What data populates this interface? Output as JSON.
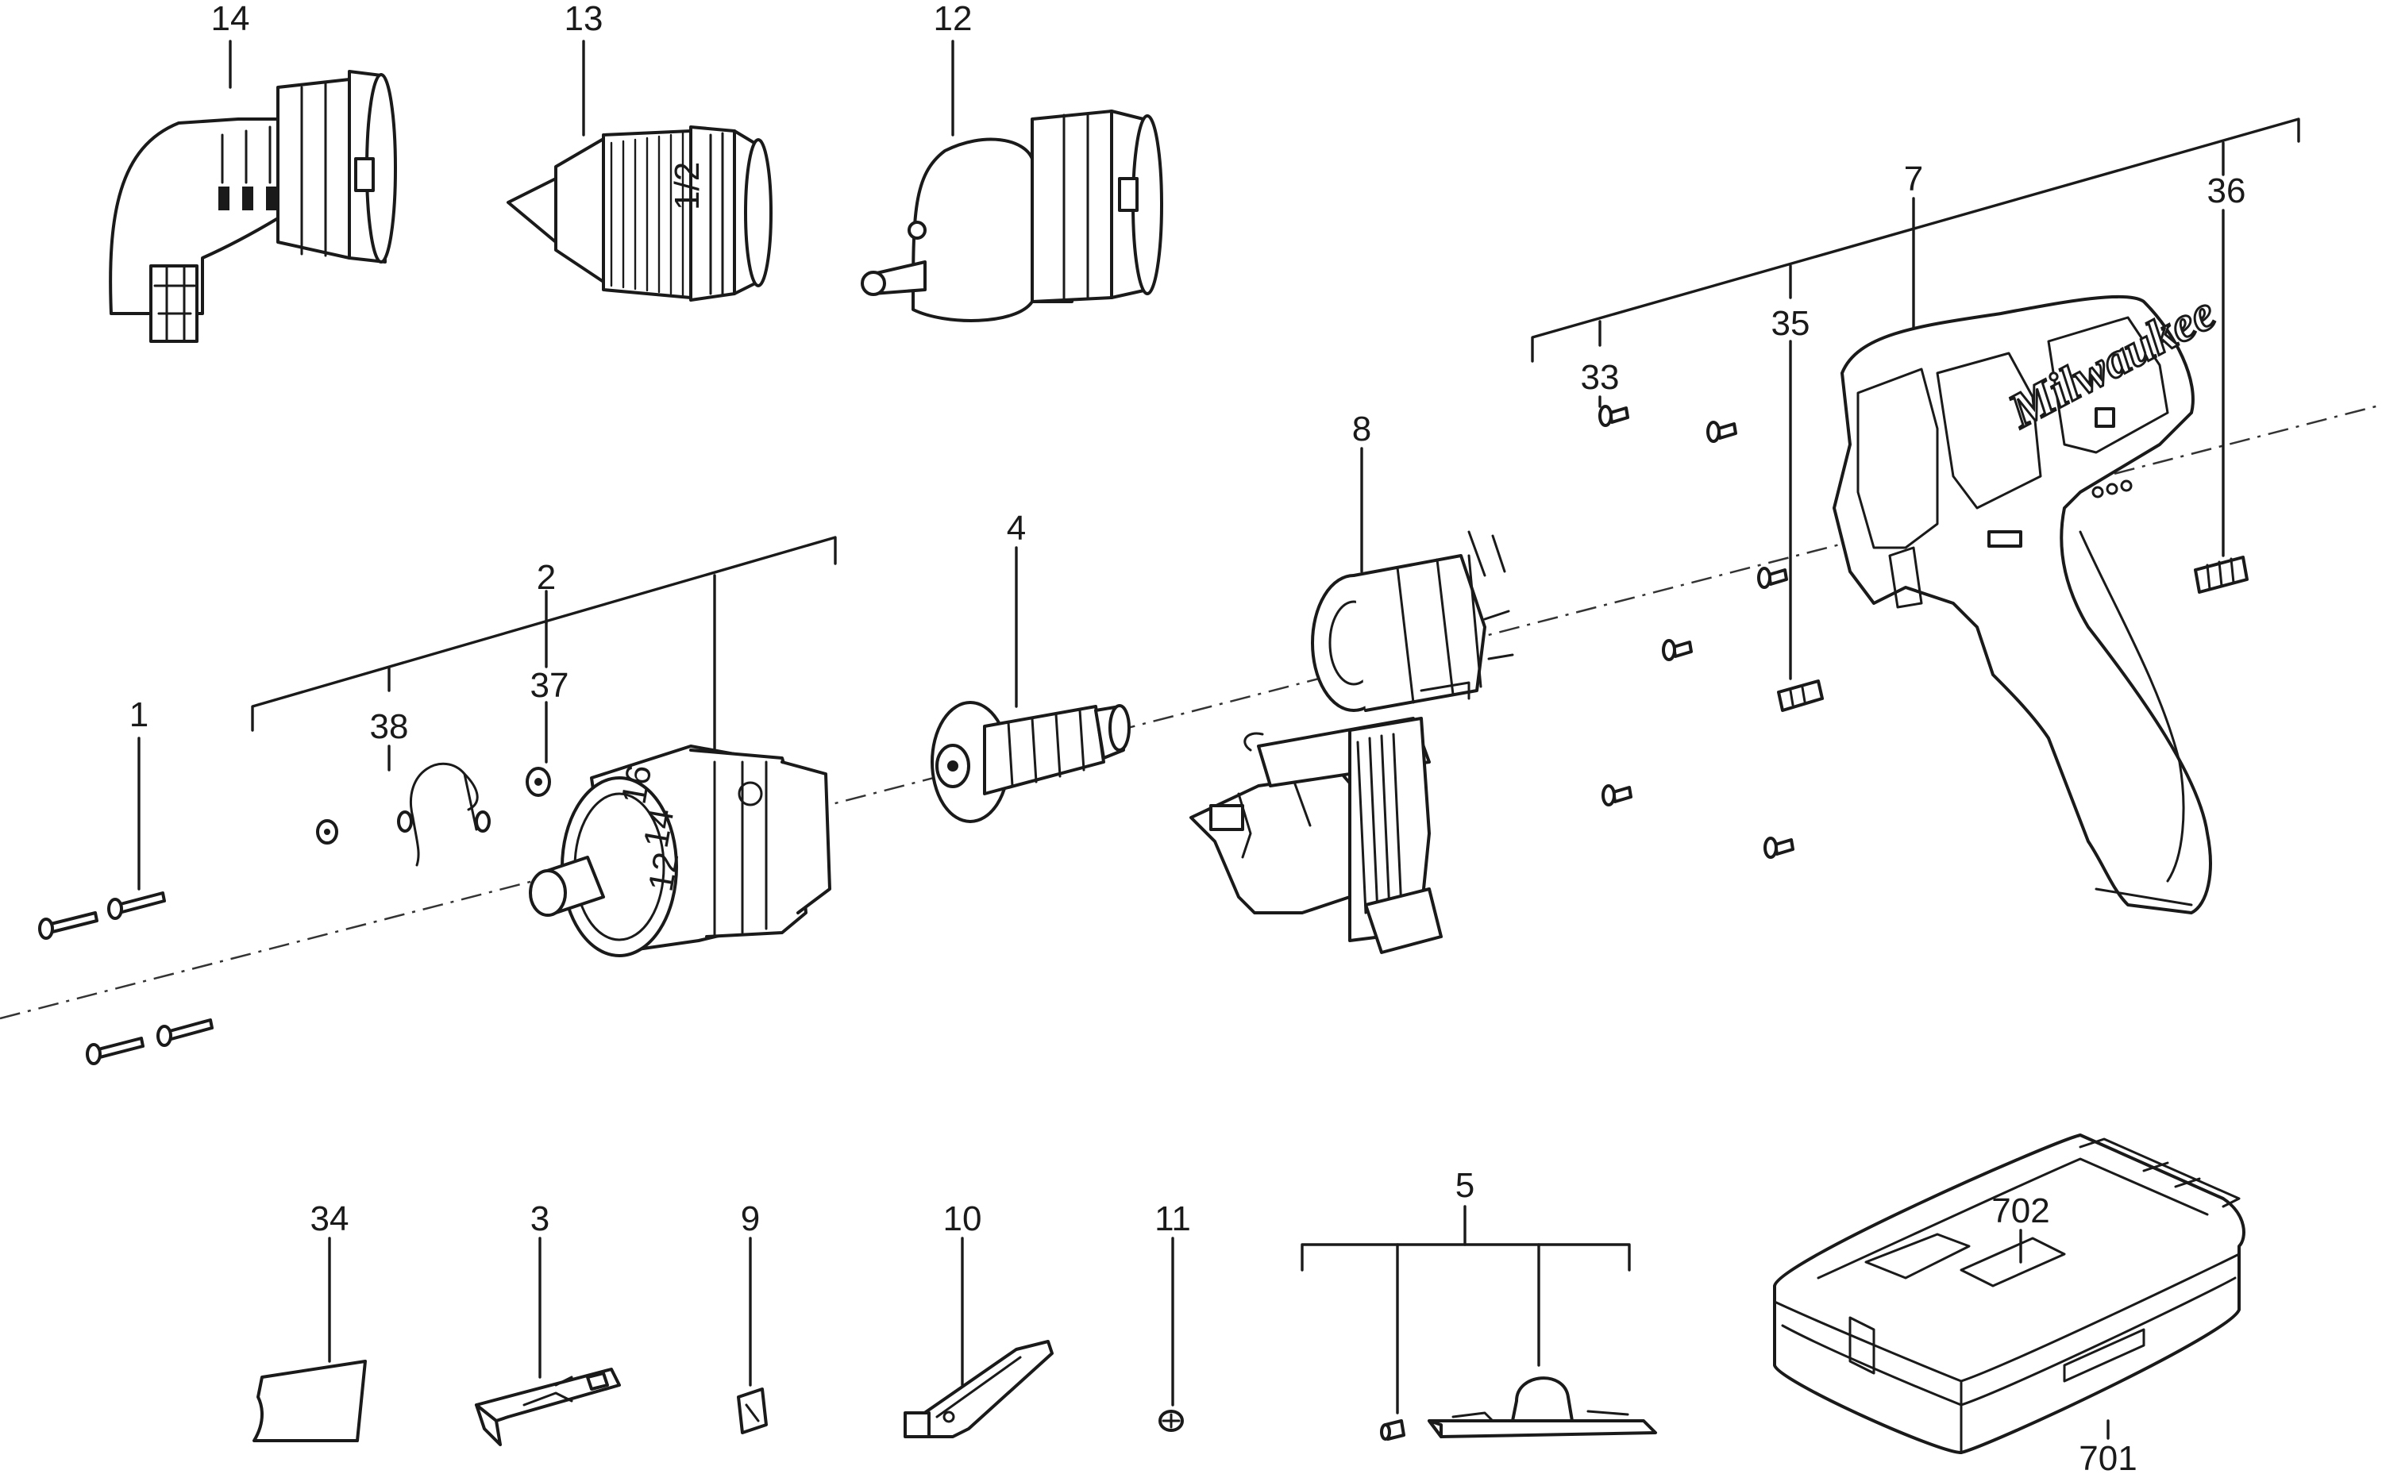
{
  "labels": {
    "p1": "1",
    "p2": "2",
    "p3": "3",
    "p4": "4",
    "p5": "5",
    "p7": "7",
    "p8": "8",
    "p9": "9",
    "p10": "10",
    "p11": "11",
    "p12": "12",
    "p13": "13",
    "p14": "14",
    "p33": "33",
    "p34": "34",
    "p35": "35",
    "p36": "36",
    "p37": "37",
    "p38": "38",
    "p701": "701",
    "p702": "702"
  },
  "brand": "Milwaukee",
  "chuck_text": "1/2",
  "clutch_numbers": [
    "16",
    "14",
    "12"
  ]
}
